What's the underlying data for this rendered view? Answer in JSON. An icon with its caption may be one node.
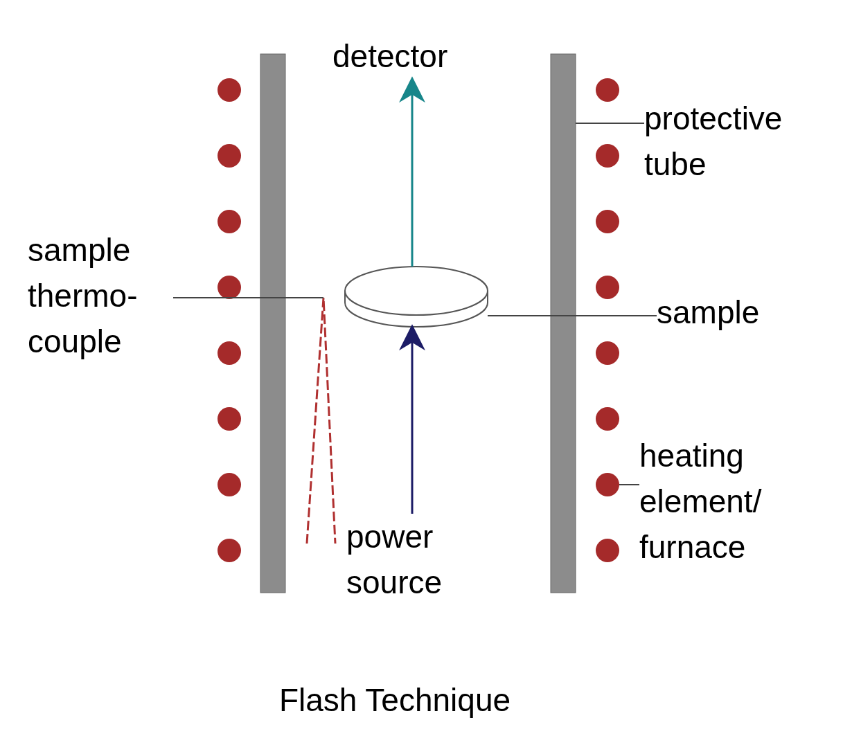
{
  "diagram": {
    "caption": "Flash Technique",
    "nodes": [
      {
        "text": [
          "detector"
        ]
      },
      {
        "text": [
          "protective tube"
        ]
      },
      {
        "text": [
          "sample thermo-couple"
        ]
      },
      {
        "text": [
          "sample"
        ]
      },
      {
        "text": [
          "heating element/ furnace"
        ]
      },
      {
        "text": [
          "power source"
        ]
      },
      {
        "text": [],
        "shape": "bar"
      },
      {
        "text": [],
        "shape": "bar"
      },
      {
        "text": [],
        "shape": "cylinder"
      },
      {
        "text": [],
        "shape": "wire"
      },
      {
        "text": [],
        "shape": "circle"
      }
    ],
    "edges": [
      {
        "from": 2,
        "to": 9,
        "arrow": "none"
      },
      {
        "from": 1,
        "to": 7,
        "arrow": "none"
      },
      {
        "from": 3,
        "to": 8,
        "arrow": "none"
      },
      {
        "from": 4,
        "to": 10,
        "arrow": "none"
      },
      {
        "from": 5,
        "to": 8,
        "arrow": "to",
        "color": "#1c1c66"
      },
      {
        "from": 8,
        "to": 0,
        "arrow": "to",
        "color": "#17868a"
      }
    ]
  }
}
